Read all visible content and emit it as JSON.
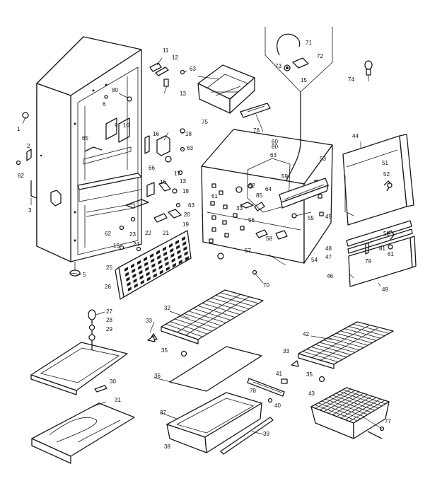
{
  "labels": [
    {
      "id": "p1",
      "text": "1"
    },
    {
      "id": "p2",
      "text": "2"
    },
    {
      "id": "p3",
      "text": "3"
    },
    {
      "id": "p5",
      "text": "5"
    },
    {
      "id": "p6",
      "text": "6"
    },
    {
      "id": "p9",
      "text": "9"
    },
    {
      "id": "p10",
      "text": "10"
    },
    {
      "id": "p11",
      "text": "11"
    },
    {
      "id": "p12",
      "text": "12"
    },
    {
      "id": "p13a",
      "text": "13"
    },
    {
      "id": "p13b",
      "text": "13"
    },
    {
      "id": "p15a",
      "text": "15"
    },
    {
      "id": "p15b",
      "text": "15"
    },
    {
      "id": "p16a",
      "text": "16"
    },
    {
      "id": "p16b",
      "text": "16"
    },
    {
      "id": "p17",
      "text": "17"
    },
    {
      "id": "p18a",
      "text": "18"
    },
    {
      "id": "p18b",
      "text": "18"
    },
    {
      "id": "p19",
      "text": "19"
    },
    {
      "id": "p20",
      "text": "20"
    },
    {
      "id": "p21",
      "text": "21"
    },
    {
      "id": "p22",
      "text": "22"
    },
    {
      "id": "p23",
      "text": "23"
    },
    {
      "id": "p24",
      "text": "24"
    },
    {
      "id": "p25",
      "text": "25"
    },
    {
      "id": "p26",
      "text": "26"
    },
    {
      "id": "p27",
      "text": "27"
    },
    {
      "id": "p28",
      "text": "28"
    },
    {
      "id": "p29",
      "text": "29"
    },
    {
      "id": "p30",
      "text": "30"
    },
    {
      "id": "p31",
      "text": "31"
    },
    {
      "id": "p32",
      "text": "32"
    },
    {
      "id": "p33a",
      "text": "33"
    },
    {
      "id": "p33b",
      "text": "33"
    },
    {
      "id": "p33c",
      "text": "33"
    },
    {
      "id": "p35a",
      "text": "35"
    },
    {
      "id": "p35b",
      "text": "35"
    },
    {
      "id": "p36",
      "text": "36"
    },
    {
      "id": "p37",
      "text": "37"
    },
    {
      "id": "p38",
      "text": "38"
    },
    {
      "id": "p39",
      "text": "39"
    },
    {
      "id": "p40",
      "text": "40"
    },
    {
      "id": "p41",
      "text": "41"
    },
    {
      "id": "p42",
      "text": "42"
    },
    {
      "id": "p43",
      "text": "43"
    },
    {
      "id": "p44",
      "text": "44"
    },
    {
      "id": "p45",
      "text": "45"
    },
    {
      "id": "p46",
      "text": "46"
    },
    {
      "id": "p47",
      "text": "47"
    },
    {
      "id": "p48",
      "text": "48"
    },
    {
      "id": "p49",
      "text": "49"
    },
    {
      "id": "p50",
      "text": "50"
    },
    {
      "id": "p51",
      "text": "51"
    },
    {
      "id": "p52a",
      "text": "52"
    },
    {
      "id": "p52b",
      "text": "52"
    },
    {
      "id": "p53",
      "text": "53"
    },
    {
      "id": "p54",
      "text": "54"
    },
    {
      "id": "p55",
      "text": "55"
    },
    {
      "id": "p56",
      "text": "56"
    },
    {
      "id": "p57",
      "text": "57"
    },
    {
      "id": "p58",
      "text": "58"
    },
    {
      "id": "p59",
      "text": "59"
    },
    {
      "id": "p60",
      "text": "60"
    },
    {
      "id": "p61a",
      "text": "61"
    },
    {
      "id": "p61b",
      "text": "61"
    },
    {
      "id": "p62a",
      "text": "62"
    },
    {
      "id": "p62b",
      "text": "62"
    },
    {
      "id": "p63a",
      "text": "63"
    },
    {
      "id": "p63b",
      "text": "63"
    },
    {
      "id": "p63c",
      "text": "63"
    },
    {
      "id": "p63d",
      "text": "63"
    },
    {
      "id": "p64",
      "text": "64"
    },
    {
      "id": "p65",
      "text": "65"
    },
    {
      "id": "p66",
      "text": "66"
    },
    {
      "id": "p70",
      "text": "70"
    },
    {
      "id": "p71",
      "text": "71"
    },
    {
      "id": "p72",
      "text": "72"
    },
    {
      "id": "p73",
      "text": "73"
    },
    {
      "id": "p74",
      "text": "74"
    },
    {
      "id": "p75",
      "text": "75"
    },
    {
      "id": "p76",
      "text": "76"
    },
    {
      "id": "p77",
      "text": "77"
    },
    {
      "id": "p78",
      "text": "78"
    },
    {
      "id": "p79",
      "text": "79"
    },
    {
      "id": "p80a",
      "text": "80"
    },
    {
      "id": "p80b",
      "text": "80"
    },
    {
      "id": "p81",
      "text": "81"
    },
    {
      "id": "p85",
      "text": "85"
    }
  ]
}
